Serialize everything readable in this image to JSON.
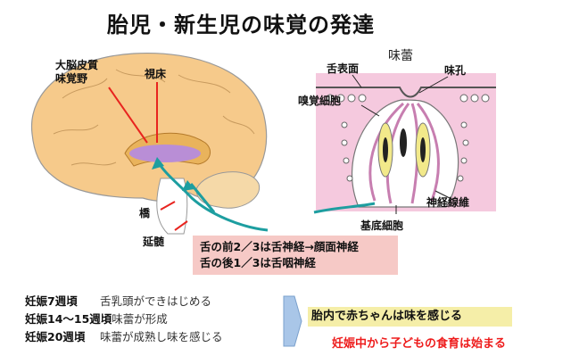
{
  "title": "胎児・新生児の味覚の発達",
  "brain_labels": {
    "cortex": "大脳皮質\n味覚野",
    "thalamus": "視床",
    "pons": "橋",
    "medulla": "延髄"
  },
  "taste_bud_labels": {
    "title": "味蕾",
    "tongue_surface": "舌表面",
    "taste_pore": "味孔",
    "olfactory_cell": "嗅覚細胞",
    "nerve_fiber": "神経線維",
    "basal_cell": "基底細胞"
  },
  "nerve_info": [
    "舌の前2／3は舌神経→顔面神経",
    "舌の後1／3は舌咽神経"
  ],
  "development_stages": [
    {
      "week": "妊娠7週頃",
      "desc": "舌乳頭ができはじめる"
    },
    {
      "week": "妊娠14〜15週頃",
      "desc": "味蕾が形成"
    },
    {
      "week": "妊娠20週頃",
      "desc": "味蕾が成熟し味を感じる"
    }
  ],
  "conclusion": "胎内で赤ちゃんは味を感じる",
  "slogan": "妊娠中から子どもの食育は始まる",
  "colors": {
    "brain": "#f6ca8b",
    "thalamus": "#b98ed6",
    "taste_bud": "#f3bfd8",
    "arrow": "#1d9ea0",
    "pointer": "#e8241f",
    "nerve_box": "#f6c9c6",
    "conclusion_box": "#f5eea8",
    "slogan": "#ee1c1c",
    "arrow_shape": "#a9c6e8"
  }
}
